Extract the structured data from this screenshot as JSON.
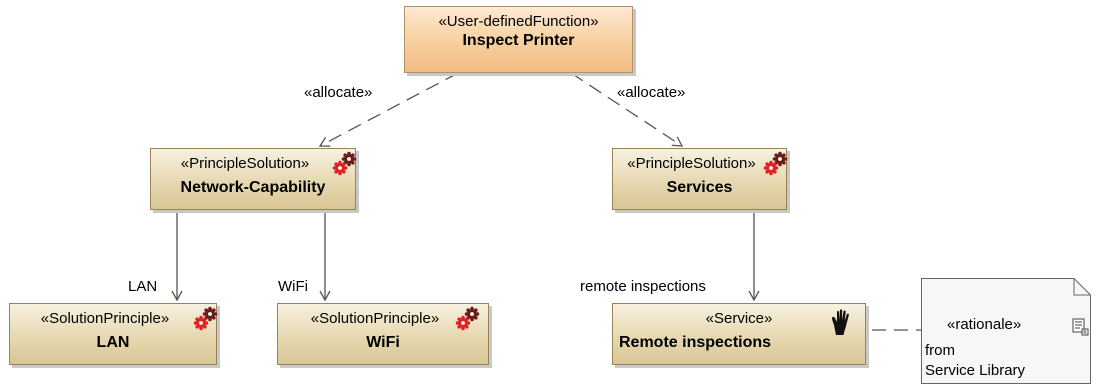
{
  "nodes": {
    "inspect_printer": {
      "stereotype": "«User-definedFunction»",
      "name": "Inspect Printer"
    },
    "network_capability": {
      "stereotype": "«PrincipleSolution»",
      "name": "Network-Capability"
    },
    "services": {
      "stereotype": "«PrincipleSolution»",
      "name": "Services"
    },
    "lan": {
      "stereotype": "«SolutionPrinciple»",
      "name": "LAN"
    },
    "wifi": {
      "stereotype": "«SolutionPrinciple»",
      "name": "WiFi"
    },
    "remote_inspections": {
      "stereotype": "«Service»",
      "name": "Remote inspections"
    }
  },
  "edges": {
    "allocate_left": "«allocate»",
    "allocate_right": "«allocate»",
    "lan": "LAN",
    "wifi": "WiFi",
    "remote": "remote inspections"
  },
  "note": {
    "stereotype": "«rationale»",
    "line1": "from",
    "line2": "Service Library"
  },
  "colors": {
    "principle_fill": "#e6d8b1",
    "function_fill": "#f7cf9f",
    "gear_dark": "#6b1a1a",
    "gear_red": "#e02020"
  },
  "icons": {
    "principle": "gears-icon",
    "service": "hand-icon",
    "note": "document-icon"
  }
}
